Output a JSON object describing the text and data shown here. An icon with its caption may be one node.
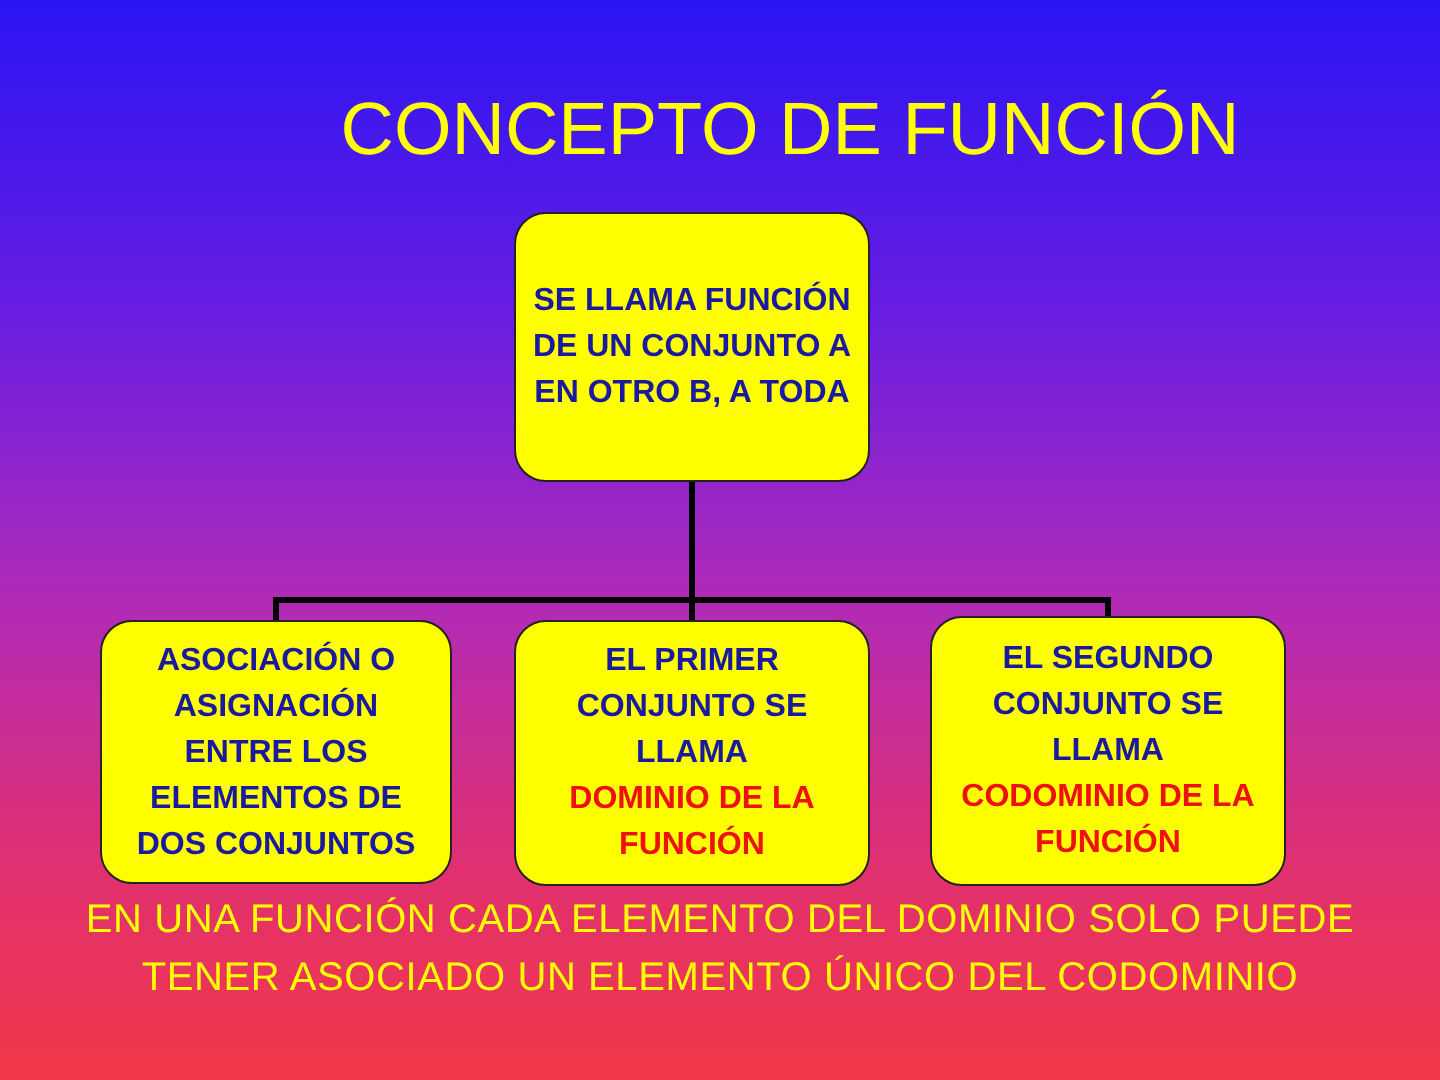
{
  "diagram": {
    "title": "CONCEPTO DE FUNCIÓN",
    "nodes": [
      {
        "text": [
          "SE LLAMA FUNCIÓN DE UN CONJUNTO A EN OTRO B, A TODA"
        ]
      },
      {
        "text": [
          "ASOCIACIÓN O ASIGNACIÓN ENTRE LOS ELEMENTOS DE DOS CONJUNTOS"
        ]
      },
      {
        "text": [
          "EL PRIMER CONJUNTO SE LLAMA",
          "DOMINIO DE LA FUNCIÓN"
        ]
      },
      {
        "text": [
          "EL SEGUNDO CONJUNTO SE LLAMA",
          "CODOMINIO DE LA FUNCIÓN"
        ]
      }
    ],
    "edges": [
      {
        "from": 0,
        "to": 1,
        "arrow": "none"
      },
      {
        "from": 0,
        "to": 2,
        "arrow": "none"
      },
      {
        "from": 0,
        "to": 3,
        "arrow": "none"
      }
    ],
    "labels": [
      "EN UNA FUNCIÓN CADA ELEMENTO DEL DOMINIO SOLO PUEDE TENER ASOCIADO UN ELEMENTO ÚNICO DEL CODOMINIO"
    ]
  }
}
